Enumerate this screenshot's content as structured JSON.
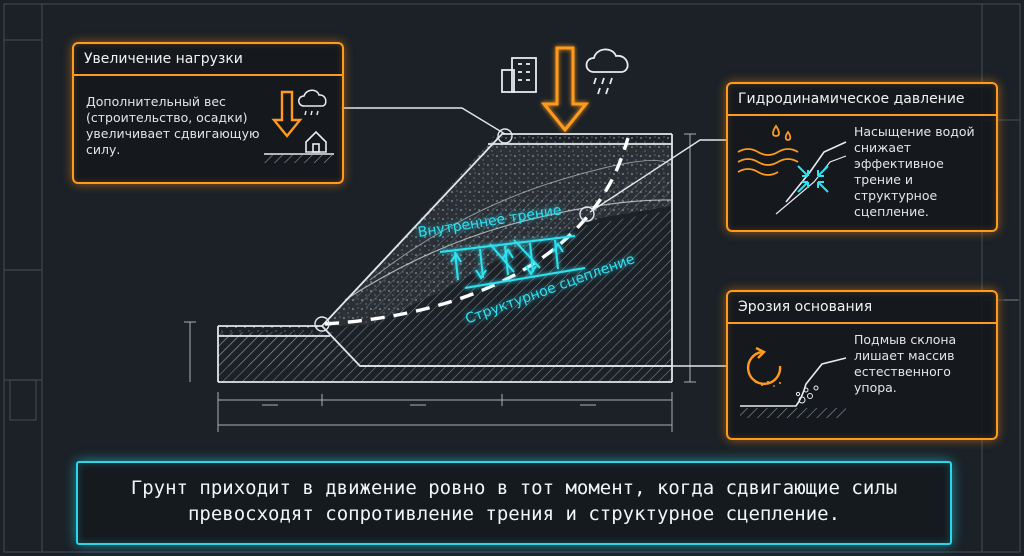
{
  "callouts": {
    "load": {
      "title": "Увеличение нагрузки",
      "text": "Дополнительный вес (строительство, осадки) увеличивает сдвигающую силу."
    },
    "hydro": {
      "title": "Гидродинамическое давление",
      "text": "Насыщение водой снижает эффективное трение и структурное сцепление."
    },
    "erosion": {
      "title": "Эрозия основания",
      "text": "Подмыв склона лишает массив естественного упора."
    }
  },
  "diagram": {
    "label_friction": "Внутреннее трение",
    "label_cohesion": "Структурное сцепление"
  },
  "bottom": {
    "line1": "Грунт приходит в движение ровно в тот момент, когда сдвигающие силы",
    "line2": "превосходят сопротивление трения и структурное сцепление."
  },
  "colors": {
    "accent_orange": "#ff9a1f",
    "accent_cyan": "#2ad6e8",
    "background": "#1b2127",
    "line": "#dfe4e8"
  },
  "icons": [
    "building-icon",
    "rain-cloud-icon",
    "down-arrow-icon",
    "house-icon",
    "water-drops-icon",
    "pressure-arrows-icon",
    "erosion-swirl-icon"
  ]
}
